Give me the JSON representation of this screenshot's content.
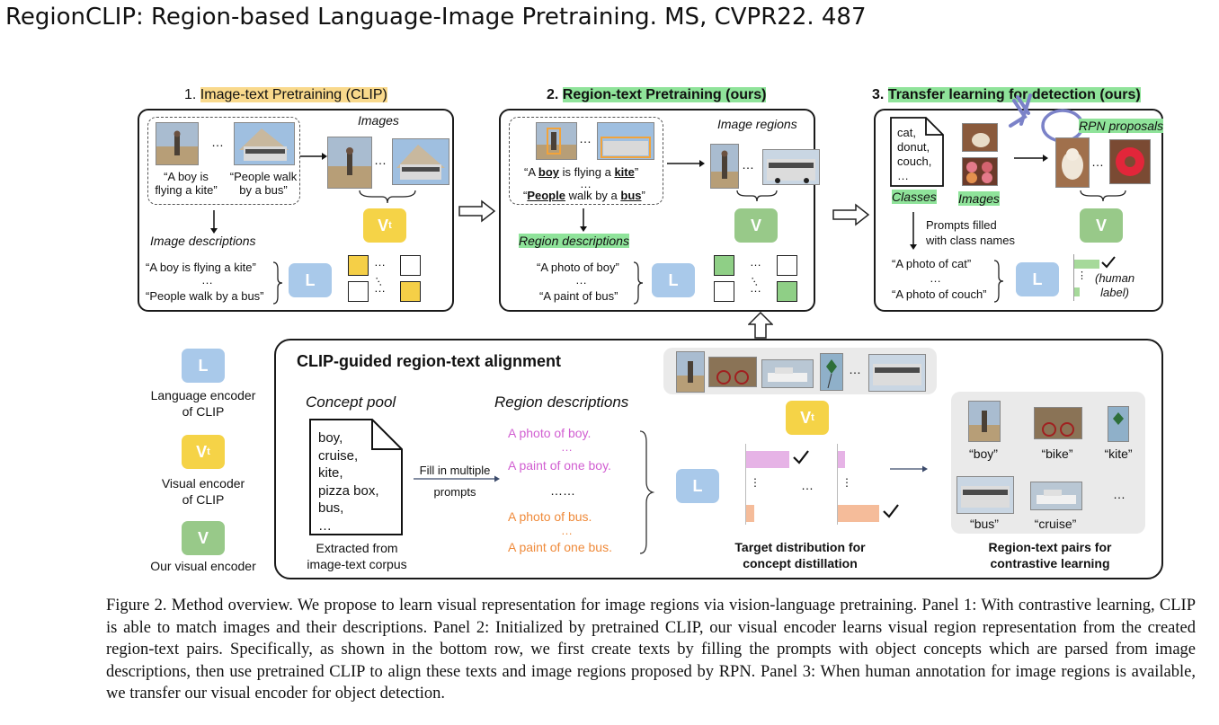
{
  "slide_title": "RegionCLIP: Region-based Language-Image Pretraining. MS, CVPR22. 487",
  "panel1": {
    "num": "1. ",
    "title": "Image-text Pretraining (CLIP)",
    "cap1a": "“A boy is",
    "cap1b": "flying a kite”",
    "cap2a": "“People walk",
    "cap2b": "by a bus”",
    "images_label": "Images",
    "desc_label": "Image descriptions",
    "desc1": "“A boy is flying a kite”",
    "desc_dots": "…",
    "desc2": "“People walk by a bus”",
    "enc_v": "V",
    "enc_v_sub": "t",
    "enc_l": "L"
  },
  "panel2": {
    "num": "2. ",
    "title": "Region-text Pretraining (ours)",
    "cap1_pre": "“A ",
    "cap1_w1": "boy",
    "cap1_mid": " is flying a ",
    "cap1_w2": "kite",
    "cap1_post": "”",
    "cap_dots": "…",
    "cap2_pre": "“",
    "cap2_w1": "People",
    "cap2_mid": " walk by a ",
    "cap2_w2": "bus",
    "cap2_post": "”",
    "regions_label": "Image regions",
    "desc_label": "Region descriptions",
    "desc1": "“A photo of boy”",
    "desc_dots": "…",
    "desc2": "“A paint of bus”",
    "enc_v": "V",
    "enc_l": "L"
  },
  "panel3": {
    "num": "3. ",
    "title": "Transfer learning for detection (ours)",
    "classes_list": [
      "cat,",
      "donut,",
      "couch,",
      "…"
    ],
    "classes_label": "Classes",
    "images_label": "Images",
    "rpn_label": "RPN proposals",
    "prompt_note_a": "Prompts filled",
    "prompt_note_b": "with class names",
    "desc1": "“A photo of cat”",
    "desc_dots": "…",
    "desc2": "“A photo of couch”",
    "enc_v": "V",
    "enc_l": "L",
    "human_a": "(human",
    "human_b": "label)"
  },
  "legend": {
    "l_label": "L",
    "l_text_a": "Language encoder",
    "l_text_b": "of CLIP",
    "vt_label": "V",
    "vt_sub": "t",
    "vt_text_a": "Visual encoder",
    "vt_text_b": "of CLIP",
    "v_label": "V",
    "v_text": "Our visual encoder"
  },
  "bottom": {
    "title": "CLIP-guided region-text alignment",
    "concept_pool": "Concept pool",
    "concepts": [
      "boy,",
      "cruise,",
      "kite,",
      "pizza box,",
      "bus,",
      "…"
    ],
    "extracted_a": "Extracted from",
    "extracted_b": "image-text corpus",
    "fill_a": "Fill in multiple",
    "fill_b": "prompts",
    "region_desc": "Region descriptions",
    "rd_boy1": "A photo of boy.",
    "rd_dots_small": "…",
    "rd_boy2": "A paint of one boy.",
    "rd_mid": "……",
    "rd_bus1": "A photo of bus.",
    "rd_bus2": "A paint of one bus.",
    "enc_l": "L",
    "enc_vt": "V",
    "enc_vt_sub": "t",
    "img_dots": "…",
    "dist_dots": "…",
    "target_a": "Target distribution for",
    "target_b": "concept distillation",
    "pairs": [
      "“boy”",
      "“bike”",
      "“kite”",
      "“bus”",
      "“cruise”"
    ],
    "pairs_dots": "…",
    "pairs_a": "Region-text pairs for",
    "pairs_b": "contrastive learning"
  },
  "caption": "Figure 2. Method overview. We propose to learn visual representation for image regions via vision-language pretraining. Panel 1: With contrastive learning, CLIP is able to match images and their descriptions. Panel 2: Initialized by pretrained CLIP, our visual encoder learns visual region representation from the created region-text pairs. Specifically, as shown in the bottom row, we first create texts by filling the prompts with object concepts which are parsed from image descriptions, then use pretrained CLIP to align these texts and image regions proposed by RPN. Panel 3: When human annotation for image regions is available, we transfer our visual encoder for object detection.",
  "colors": {
    "encoder_L": "#a9c9ea",
    "encoder_Vt": "#f5d347",
    "encoder_V": "#98c989",
    "highlight_orange": "#f9d98c",
    "highlight_green": "#8fe39a",
    "prompt_pink": "#d15ed1",
    "prompt_orange": "#ef8a3a"
  }
}
